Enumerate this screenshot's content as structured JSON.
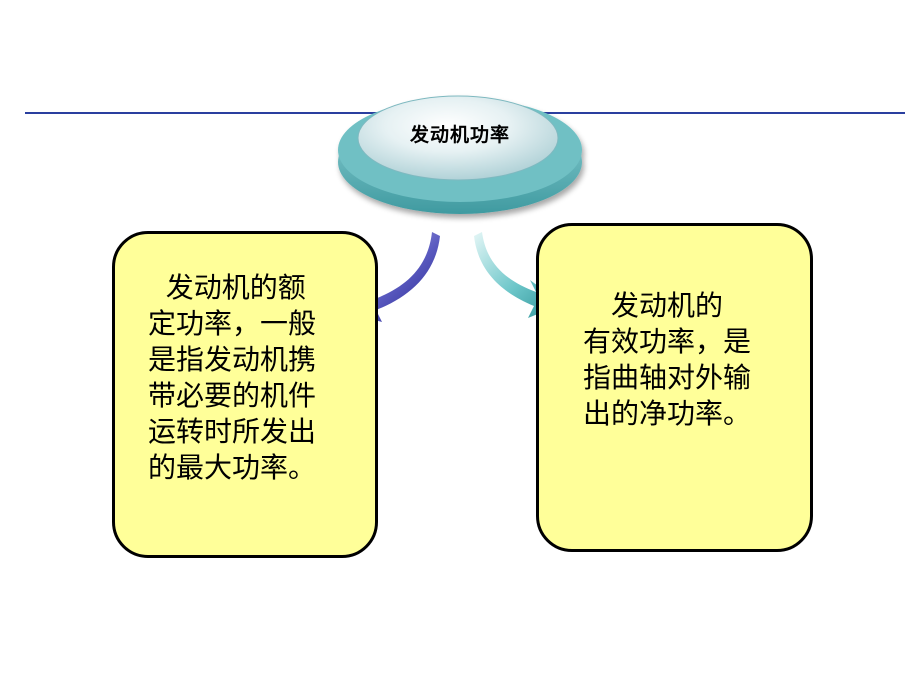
{
  "hub": {
    "title": "发动机功率"
  },
  "left_box": {
    "text": "  发动机的额\n定功率，一般\n是指发动机携\n带必要的机件\n运转时所发出\n的最大功率。"
  },
  "right_box": {
    "text": "发动机的\n有效功率，是\n指曲轴对外输\n出的净功率。"
  },
  "colors": {
    "rule": "#2a3f9f",
    "box_fill": "#ffff99",
    "box_border": "#000000",
    "hub_top": "#dfeef2",
    "hub_rim": "#5fb8bd",
    "left_arrow": "#3a3aa8",
    "right_arrow": "#3fa9ae"
  }
}
